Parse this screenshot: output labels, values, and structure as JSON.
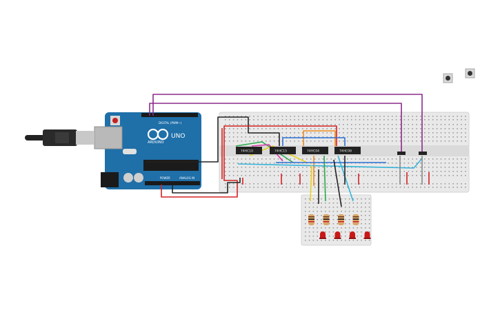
{
  "board": {
    "brand": "ARDUINO",
    "model": "UNO",
    "digital_label": "DIGITAL (PWM~)",
    "power_label": "POWER",
    "analog_label": "ANALOG IN",
    "color": "#1f6fa8"
  },
  "chips": [
    {
      "label": "74HC10"
    },
    {
      "label": "74HC15"
    },
    {
      "label": "74HC04"
    },
    {
      "label": "74HC08"
    }
  ],
  "leds": {
    "count": 4,
    "color": "#c81818"
  },
  "pushbuttons": {
    "count": 2
  },
  "wire_colors": {
    "purple": "#8b2a8a",
    "red": "#d42020",
    "black": "#222222",
    "orange": "#f08c1c",
    "blue": "#2b6fd6",
    "cyan": "#34b3d8",
    "green": "#2aa84a",
    "yellow": "#e6cf22",
    "pink": "#d63ca8",
    "gray": "#888888"
  }
}
